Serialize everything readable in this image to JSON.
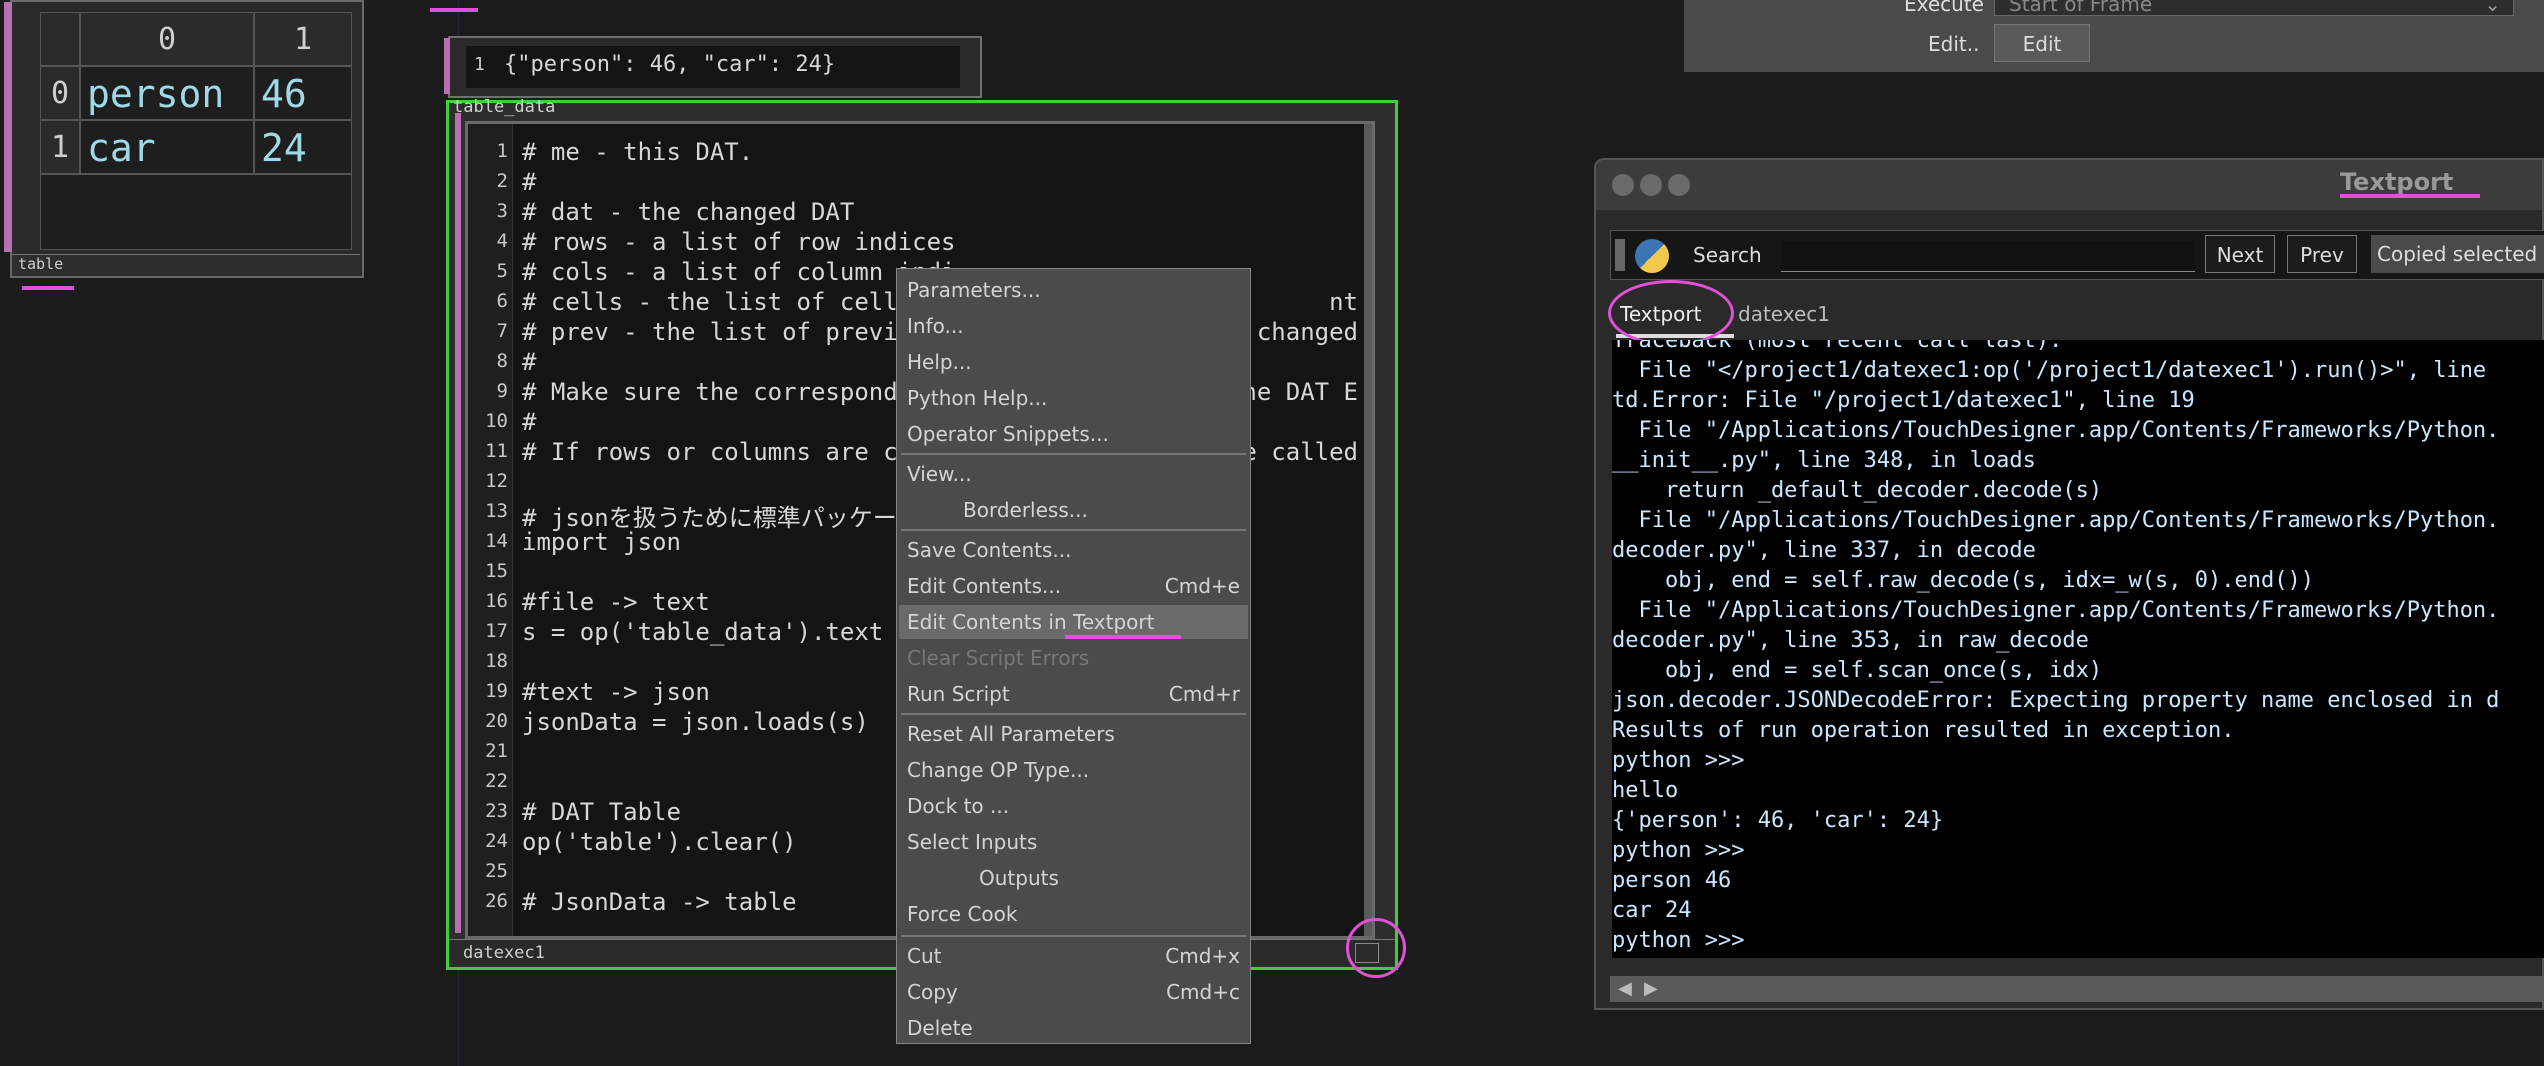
{
  "table_dat": {
    "col_headers": [
      "0",
      "1"
    ],
    "rows": [
      {
        "index": "0",
        "name": "person",
        "value": "46"
      },
      {
        "index": "1",
        "name": "car",
        "value": "24"
      }
    ],
    "label": "table"
  },
  "json_dat": {
    "line_number": "1",
    "text": "{\"person\": 46, \"car\": 24}",
    "label": "table_data"
  },
  "datexec": {
    "label": "datexec1",
    "lines": [
      {
        "n": "1",
        "text": "# me - this DAT."
      },
      {
        "n": "2",
        "text": "#"
      },
      {
        "n": "3",
        "text": "# dat - the changed DAT"
      },
      {
        "n": "4",
        "text": "# rows - a list of row indices"
      },
      {
        "n": "5",
        "text": "# cols - a list of column indi"
      },
      {
        "n": "6",
        "text": "# cells - the list of cell"
      },
      {
        "n": "7",
        "text": "# prev - the list of previ"
      },
      {
        "n": "8",
        "text": "#"
      },
      {
        "n": "9",
        "text": "# Make sure the correspond"
      },
      {
        "n": "10",
        "text": "#"
      },
      {
        "n": "11",
        "text": "# If rows or columns are c"
      },
      {
        "n": "12",
        "text": ""
      },
      {
        "n": "13",
        "text": "# jsonを扱うために標準パッケージを"
      },
      {
        "n": "14",
        "text": "import json"
      },
      {
        "n": "15",
        "text": ""
      },
      {
        "n": "16",
        "text": "#file -> text"
      },
      {
        "n": "17",
        "text": "s = op('table_data').text"
      },
      {
        "n": "18",
        "text": ""
      },
      {
        "n": "19",
        "text": "#text -> json"
      },
      {
        "n": "20",
        "text": "jsonData = json.loads(s)"
      },
      {
        "n": "21",
        "text": ""
      },
      {
        "n": "22",
        "text": ""
      },
      {
        "n": "23",
        "text": "# DAT Table"
      },
      {
        "n": "24",
        "text": "op('table').clear()"
      },
      {
        "n": "25",
        "text": ""
      },
      {
        "n": "26",
        "text": "# JsonData -> table"
      }
    ],
    "right_fragments": [
      "nt",
      "e changed",
      "the DAT E",
      "e called"
    ]
  },
  "context_menu": {
    "items": [
      {
        "label": "Parameters...",
        "shortcut": ""
      },
      {
        "label": "Info...",
        "shortcut": ""
      },
      {
        "label": "Help...",
        "shortcut": ""
      },
      {
        "label": "Python Help...",
        "shortcut": ""
      },
      {
        "label": "Operator Snippets...",
        "shortcut": ""
      },
      {
        "label": "View...",
        "shortcut": ""
      },
      {
        "label": "Borderless...",
        "shortcut": ""
      },
      {
        "label": "Save Contents...",
        "shortcut": ""
      },
      {
        "label": "Edit Contents...",
        "shortcut": "Cmd+e"
      },
      {
        "label": "Edit Contents in Textport",
        "shortcut": ""
      },
      {
        "label": "Clear Script Errors",
        "shortcut": ""
      },
      {
        "label": "Run Script",
        "shortcut": "Cmd+r"
      },
      {
        "label": "Reset All Parameters",
        "shortcut": ""
      },
      {
        "label": "Change OP Type...",
        "shortcut": ""
      },
      {
        "label": "Dock to ...",
        "shortcut": ""
      },
      {
        "label": "Select Inputs",
        "shortcut": ""
      },
      {
        "label": "Outputs",
        "shortcut": ""
      },
      {
        "label": "Force Cook",
        "shortcut": ""
      },
      {
        "label": "Cut",
        "shortcut": "Cmd+x"
      },
      {
        "label": "Copy",
        "shortcut": "Cmd+c"
      },
      {
        "label": "Delete",
        "shortcut": ""
      }
    ]
  },
  "textport": {
    "title": "Textport",
    "search_label": "Search",
    "search_value": "",
    "next_label": "Next",
    "prev_label": "Prev",
    "status": "Copied selected te",
    "tabs": [
      "Textport",
      "datexec1"
    ],
    "output_lines": [
      "Traceback (most recent call last):",
      "  File \"</project1/datexec1:op('/project1/datexec1').run()>\", line",
      "td.Error: File \"/project1/datexec1\", line 19",
      "  File \"/Applications/TouchDesigner.app/Contents/Frameworks/Python.",
      "__init__.py\", line 348, in loads",
      "    return _default_decoder.decode(s)",
      "  File \"/Applications/TouchDesigner.app/Contents/Frameworks/Python.",
      "decoder.py\", line 337, in decode",
      "    obj, end = self.raw_decode(s, idx=_w(s, 0).end())",
      "  File \"/Applications/TouchDesigner.app/Contents/Frameworks/Python.",
      "decoder.py\", line 353, in raw_decode",
      "    obj, end = self.scan_once(s, idx)",
      "json.decoder.JSONDecodeError: Expecting property name enclosed in d",
      "Results of run operation resulted in exception.",
      "python >>>",
      "hello",
      "{'person': 46, 'car': 24}",
      "python >>>",
      "person 46",
      "car 24",
      "python >>>"
    ]
  },
  "params": {
    "execute_label": "Execute",
    "execute_value": "Start of Frame",
    "edit_label": "Edit..",
    "edit_button": "Edit"
  },
  "colors": {
    "highlight": "#e24fd8",
    "selected_border": "#3fce3f",
    "menu_bg": "#4b4b4b"
  }
}
